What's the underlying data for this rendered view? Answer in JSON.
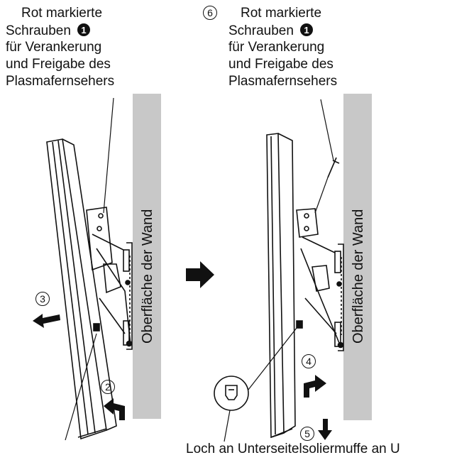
{
  "left_panel": {
    "label_lines": [
      "Rot markierte",
      "Schrauben",
      "für Verankerung",
      "und Freigabe des",
      "Plasmafernsehers"
    ],
    "screw_marker": "1",
    "wall_label": "Oberfläche der Wand",
    "step_3": "3",
    "step_2": "2"
  },
  "right_panel": {
    "step_6": "6",
    "label_lines": [
      "Rot markierte",
      "Schrauben",
      "für Verankerung",
      "und Freigabe des",
      "Plasmafernsehers"
    ],
    "screw_marker": "1",
    "wall_label": "Oberfläche der Wand",
    "step_4": "4",
    "step_5": "5"
  },
  "bottom_caption": "Loch an Unterseitelsoliermuffe an U",
  "colors": {
    "wall": "#c8c8c8",
    "ink": "#111111",
    "background": "#ffffff"
  }
}
